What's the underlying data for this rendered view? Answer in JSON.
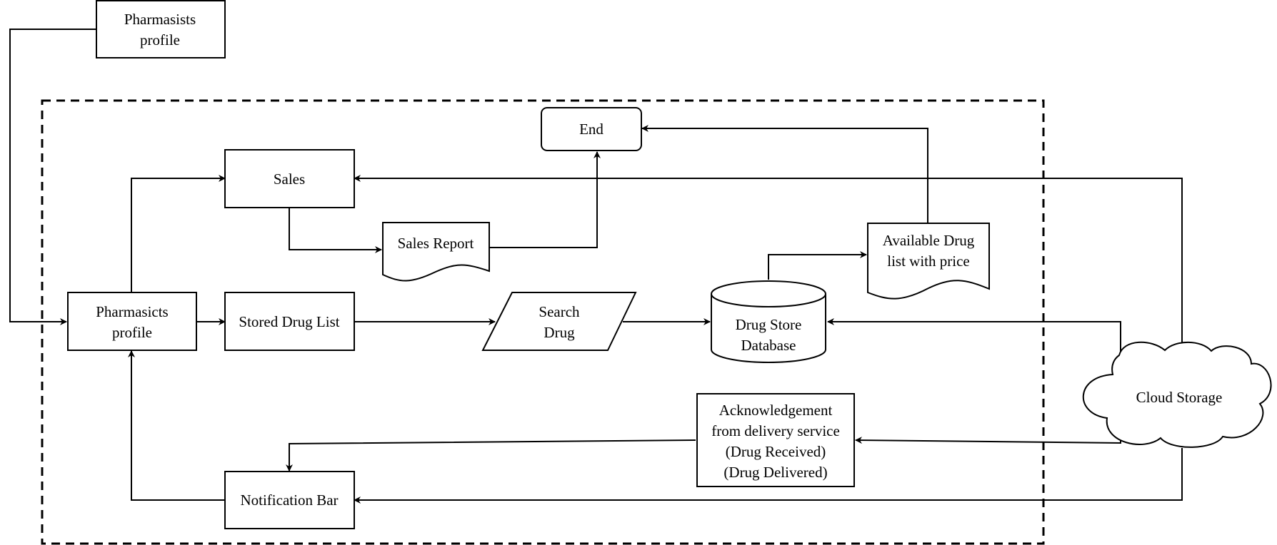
{
  "nodes": {
    "pharmacist_profile_top": {
      "lines": [
        "Pharmasists",
        "profile"
      ]
    },
    "end": {
      "lines": [
        "End"
      ]
    },
    "sales": {
      "lines": [
        "Sales"
      ]
    },
    "sales_report": {
      "lines": [
        "Sales Report"
      ]
    },
    "available_drug_list": {
      "lines": [
        "Available Drug",
        "list with price"
      ]
    },
    "pharmacist_profile": {
      "lines": [
        "Pharmasicts",
        "profile"
      ]
    },
    "stored_drug_list": {
      "lines": [
        "Stored Drug List"
      ]
    },
    "search_drug": {
      "lines": [
        "Search",
        "Drug"
      ]
    },
    "drug_store_database": {
      "lines": [
        "Drug Store",
        "Database"
      ]
    },
    "cloud_storage": {
      "lines": [
        "Cloud Storage"
      ]
    },
    "acknowledgement": {
      "lines": [
        "Acknowledgement",
        "from delivery service",
        "(Drug Received)",
        "(Drug Delivered)"
      ]
    },
    "notification_bar": {
      "lines": [
        "Notification Bar"
      ]
    }
  },
  "colors": {
    "stroke": "#000000",
    "fill": "#ffffff",
    "text": "#000000"
  }
}
